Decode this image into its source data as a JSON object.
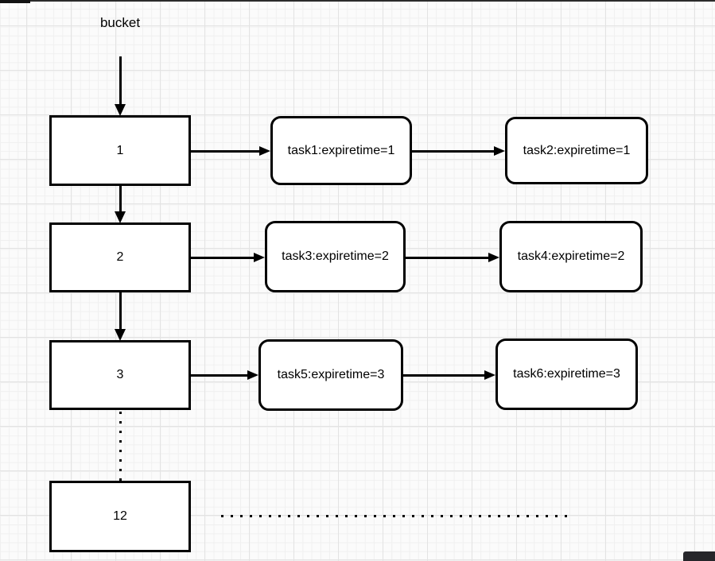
{
  "canvas": {
    "background": "#fbfbfb",
    "grid_minor_color": "#f0f0f0",
    "grid_major_color": "#e3e3e3",
    "shape_border_color": "#000000",
    "shape_fill_color": "#ffffff"
  },
  "header_label": "bucket",
  "buckets": [
    {
      "label": "1"
    },
    {
      "label": "2"
    },
    {
      "label": "3"
    },
    {
      "label": "12"
    }
  ],
  "tasks": [
    {
      "label": "task1:expiretime=1"
    },
    {
      "label": "task2:expiretime=1"
    },
    {
      "label": "task3:expiretime=2"
    },
    {
      "label": "task4:expiretime=2"
    },
    {
      "label": "task5:expiretime=3"
    },
    {
      "label": "task6:expiretime=3"
    }
  ]
}
